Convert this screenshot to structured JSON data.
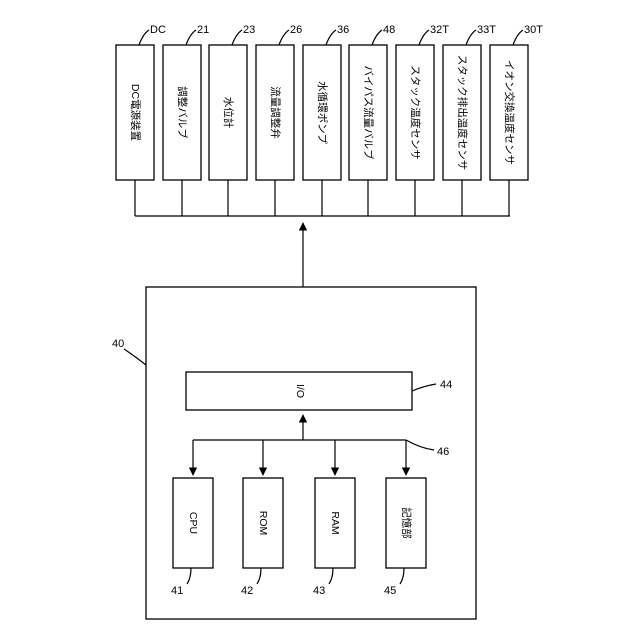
{
  "devices": [
    {
      "ref": "DC",
      "label": "DC電源装置"
    },
    {
      "ref": "21",
      "label": "調整バルブ"
    },
    {
      "ref": "23",
      "label": "水位計"
    },
    {
      "ref": "26",
      "label": "流量調整弁"
    },
    {
      "ref": "36",
      "label": "水循環ポンプ"
    },
    {
      "ref": "48",
      "label": "バイパス流量バルブ"
    },
    {
      "ref": "32T",
      "label": "スタック温度センサ"
    },
    {
      "ref": "33T",
      "label": "スタック排出温度センサ"
    },
    {
      "ref": "30T",
      "label": "イオン交換温度センサ"
    }
  ],
  "controller": {
    "ref": "40",
    "io": {
      "ref": "44",
      "label": "I/O"
    },
    "bus_ref": "46",
    "components": [
      {
        "ref": "41",
        "label": "CPU"
      },
      {
        "ref": "42",
        "label": "ROM"
      },
      {
        "ref": "43",
        "label": "RAM"
      },
      {
        "ref": "45",
        "label": "記憶部"
      }
    ]
  }
}
